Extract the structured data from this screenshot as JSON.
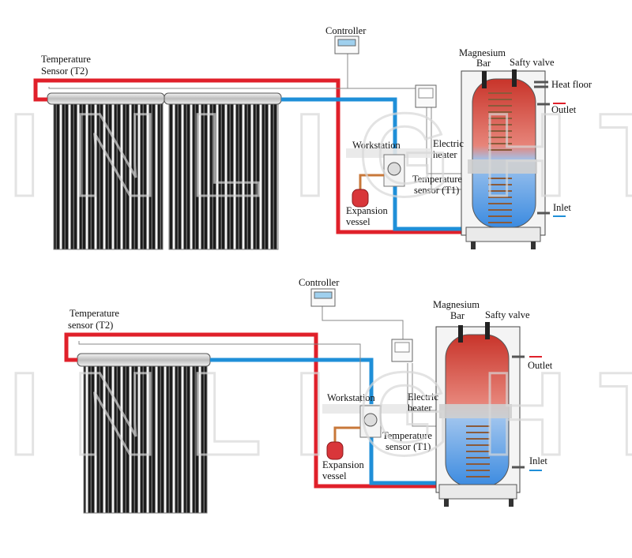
{
  "watermark": "INLIGHT",
  "colors": {
    "hot_pipe": "#e0202a",
    "cold_pipe": "#1f8fd8",
    "tube": "#2a2a2a",
    "tank_hot": "#d83a2e",
    "tank_cold": "#3d8fe0"
  },
  "diagram_top": {
    "controller": "Controller",
    "sensor_t2": {
      "line1": "Temperature",
      "line2": "Sensor (T2)"
    },
    "magnesium": {
      "line1": "Magnesium",
      "line2": "Bar"
    },
    "safety_valve": "Safty valve",
    "heat_floor": "Heat floor",
    "outlet": "Outlet",
    "workstation": "Workstation",
    "electric_heater": {
      "line1": "Electric",
      "line2": "heater"
    },
    "sensor_t1": {
      "line1": "Temperature",
      "line2": "sensor (T1)"
    },
    "expansion": {
      "line1": "Expansion",
      "line2": "vessel"
    },
    "inlet": "Inlet"
  },
  "diagram_bottom": {
    "controller": "Controller",
    "sensor_t2": {
      "line1": "Temperature",
      "line2": "sensor (T2)"
    },
    "magnesium": {
      "line1": "Magnesium",
      "line2": "Bar"
    },
    "safety_valve": "Safty valve",
    "outlet": "Outlet",
    "workstation": "Workstation",
    "electric_heater": {
      "line1": "Electric",
      "line2": "heater"
    },
    "sensor_t1": {
      "line1": "Temperature",
      "line2": "sensor (T1)"
    },
    "expansion": {
      "line1": "Expansion",
      "line2": "vessel"
    },
    "inlet": "Inlet"
  }
}
